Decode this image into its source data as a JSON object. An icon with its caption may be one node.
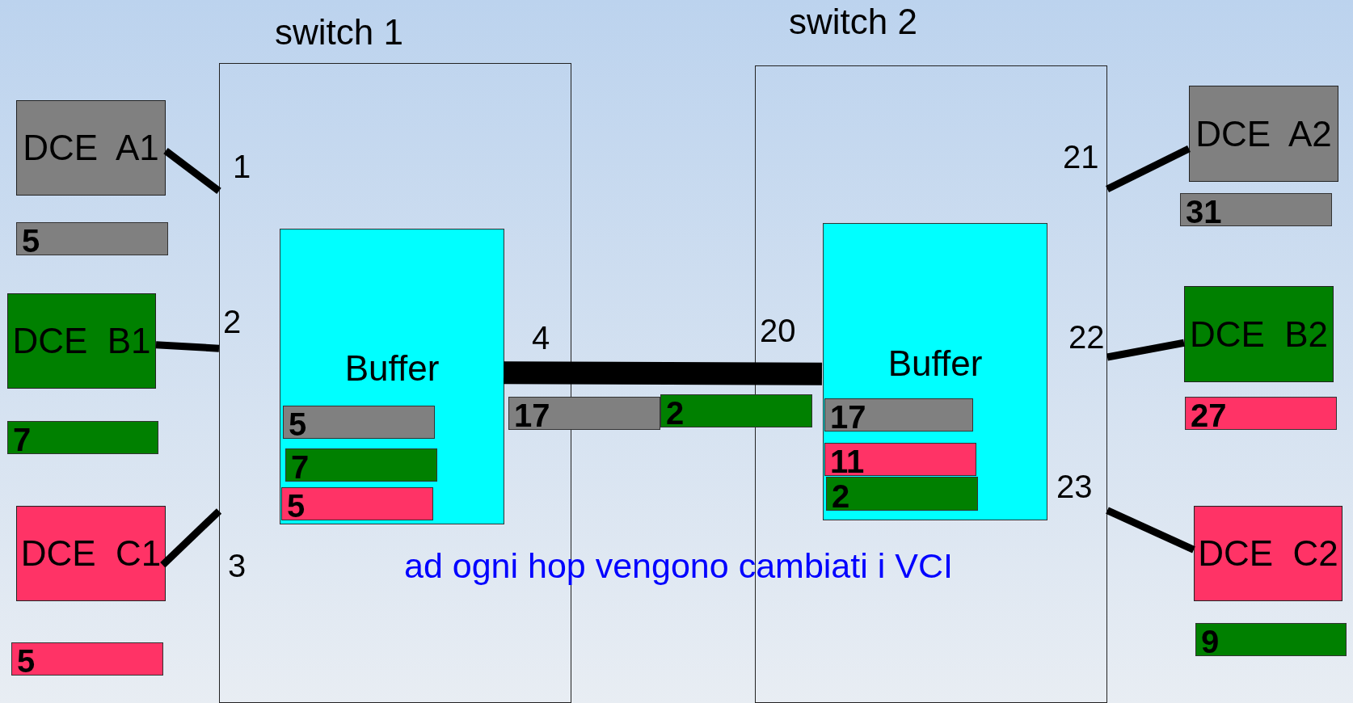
{
  "diagram": {
    "caption": "ad ogni hop vengono cambiati i VCI",
    "nodes": [
      {
        "text": [
          "switch 1"
        ]
      },
      {
        "text": [
          "switch 2"
        ]
      },
      {
        "text": [
          "DCE A1"
        ]
      },
      {
        "text": [
          "5"
        ]
      },
      {
        "text": [
          "DCE B1"
        ]
      },
      {
        "text": [
          "7"
        ]
      },
      {
        "text": [
          "DCE C1"
        ]
      },
      {
        "text": [
          "5"
        ]
      },
      {
        "text": [
          "Buffer"
        ],
        "in": 0
      },
      {
        "text": [
          "5"
        ],
        "in": 8
      },
      {
        "text": [
          "7"
        ],
        "in": 8
      },
      {
        "text": [
          "5"
        ],
        "in": 8
      },
      {
        "text": [
          "17"
        ]
      },
      {
        "text": [
          "2"
        ]
      },
      {
        "text": [
          "Buffer"
        ],
        "in": 1
      },
      {
        "text": [
          "17"
        ],
        "in": 14
      },
      {
        "text": [
          "11"
        ],
        "in": 14
      },
      {
        "text": [
          "2"
        ],
        "in": 14
      },
      {
        "text": [
          "DCE A2"
        ]
      },
      {
        "text": [
          "31"
        ]
      },
      {
        "text": [
          "DCE B2"
        ]
      },
      {
        "text": [
          "27"
        ]
      },
      {
        "text": [
          "DCE C2"
        ]
      },
      {
        "text": [
          "9"
        ]
      }
    ],
    "edges": [
      {
        "from": 2,
        "to": 0,
        "arrow": "none"
      },
      {
        "from": 4,
        "to": 0,
        "arrow": "none"
      },
      {
        "from": 6,
        "to": 0,
        "arrow": "none"
      },
      {
        "from": 8,
        "to": 14,
        "arrow": "none",
        "style": "thick"
      },
      {
        "from": 18,
        "to": 1,
        "arrow": "none"
      },
      {
        "from": 20,
        "to": 1,
        "arrow": "none"
      },
      {
        "from": 22,
        "to": 1,
        "arrow": "none"
      }
    ],
    "labels": [
      "1",
      "2",
      "3",
      "4",
      "20",
      "21",
      "22",
      "23"
    ]
  }
}
